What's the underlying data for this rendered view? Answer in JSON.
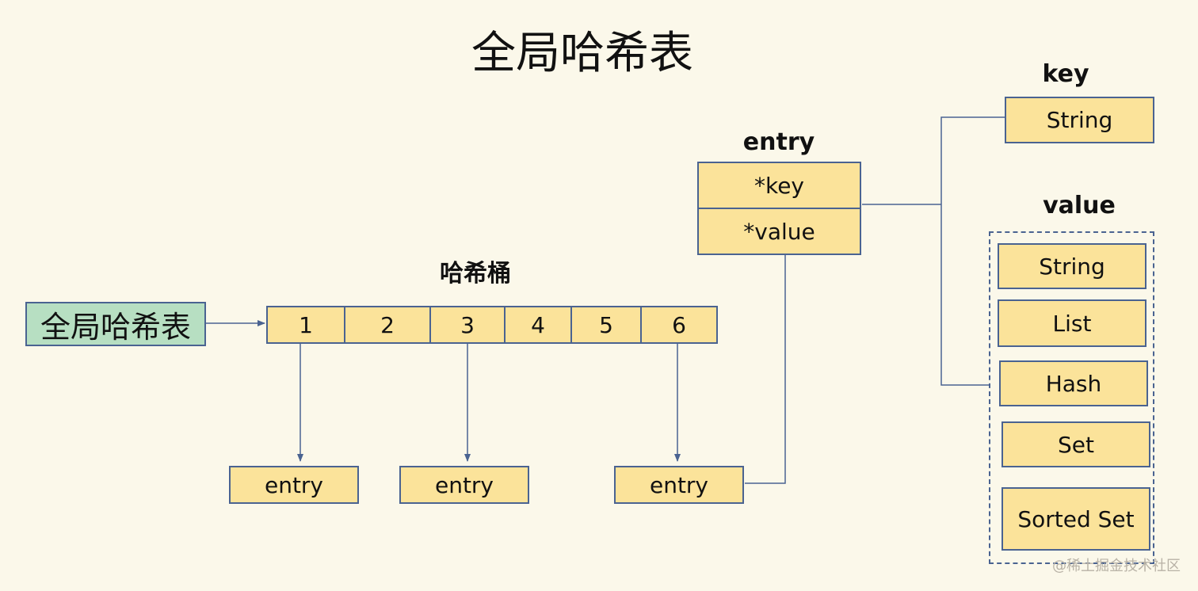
{
  "title": "全局哈希表",
  "global_table": "全局哈希表",
  "bucket_label": "哈希桶",
  "buckets": [
    "1",
    "2",
    "3",
    "4",
    "5",
    "6"
  ],
  "chain_entries": [
    "entry",
    "entry",
    "entry"
  ],
  "entry_struct": {
    "label": "entry",
    "fields": [
      "*key",
      "*value"
    ]
  },
  "key": {
    "label": "key",
    "type": "String"
  },
  "value": {
    "label": "value",
    "types": [
      "String",
      "List",
      "Hash",
      "Set",
      "Sorted Set"
    ]
  },
  "watermark": "@稀土掘金技术社区",
  "colors": {
    "background": "#fbf8ea",
    "box_fill": "#fbe39a",
    "green_fill": "#b7dfc2",
    "line": "#4a6391"
  }
}
